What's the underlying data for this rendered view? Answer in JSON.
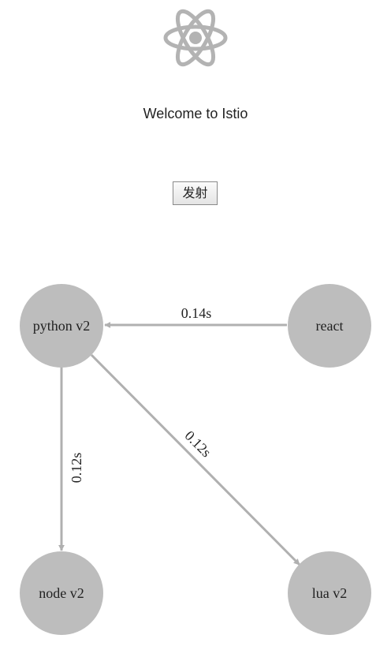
{
  "header": {
    "logo_icon": "istio-atom-logo-icon",
    "welcome_text": "Welcome to Istio"
  },
  "actions": {
    "fire_button_label": "发射"
  },
  "graph": {
    "node_color": "#bdbdbd",
    "edge_color": "#b0b0b0",
    "nodes": [
      {
        "id": "python",
        "label": "python v2"
      },
      {
        "id": "react",
        "label": "react"
      },
      {
        "id": "node",
        "label": "node v2"
      },
      {
        "id": "lua",
        "label": "lua v2"
      }
    ],
    "edges": [
      {
        "from": "react",
        "to": "python",
        "latency": "0.14s"
      },
      {
        "from": "python",
        "to": "node",
        "latency": "0.12s"
      },
      {
        "from": "python",
        "to": "lua",
        "latency": "0.12s"
      }
    ]
  }
}
